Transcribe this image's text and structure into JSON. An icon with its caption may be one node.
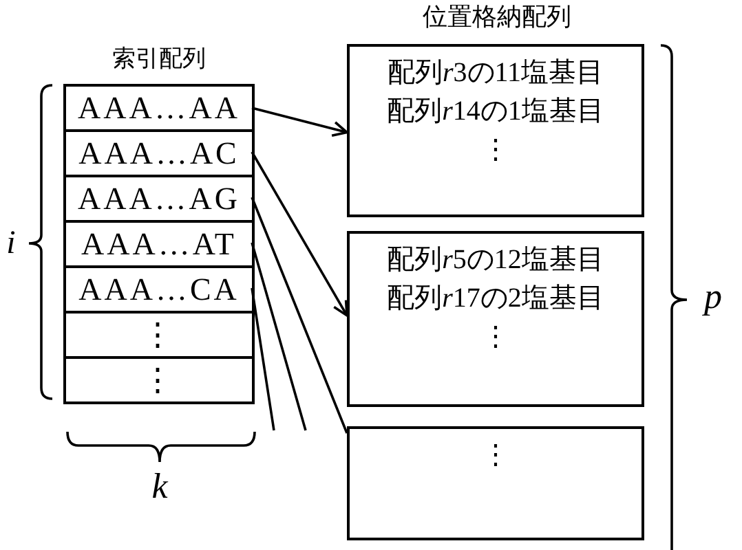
{
  "diagram": {
    "nodes": [
      {
        "text": [
          "索引配列"
        ]
      },
      {
        "text": [
          "AAA…AA"
        ],
        "in": 0
      },
      {
        "text": [
          "AAA…AC"
        ],
        "in": 0
      },
      {
        "text": [
          "AAA…AG"
        ],
        "in": 0
      },
      {
        "text": [
          "AAA…AT"
        ],
        "in": 0
      },
      {
        "text": [
          "AAA…CA"
        ],
        "in": 0
      },
      {
        "text": [
          "⋮"
        ],
        "in": 0
      },
      {
        "text": [
          "⋮"
        ],
        "in": 0
      },
      {
        "text": [
          "配列r3の11塩基目",
          "配列r14の1塩基目",
          "⋮"
        ]
      },
      {
        "text": [
          "配列r5の12塩基目",
          "配列r17の2塩基目",
          "⋮"
        ]
      },
      {
        "text": [
          "⋮"
        ]
      }
    ],
    "edges": [
      {
        "from": 1,
        "to": 8,
        "arrow": "to"
      },
      {
        "from": 2,
        "to": 9,
        "arrow": "to"
      },
      {
        "from": 3,
        "to": 10,
        "arrow": "none"
      },
      {
        "from": 4,
        "to": null,
        "arrow": "none"
      },
      {
        "from": 5,
        "to": null,
        "arrow": "none"
      }
    ],
    "labels": [
      "位置格納配列",
      "i",
      "k",
      "p"
    ]
  }
}
